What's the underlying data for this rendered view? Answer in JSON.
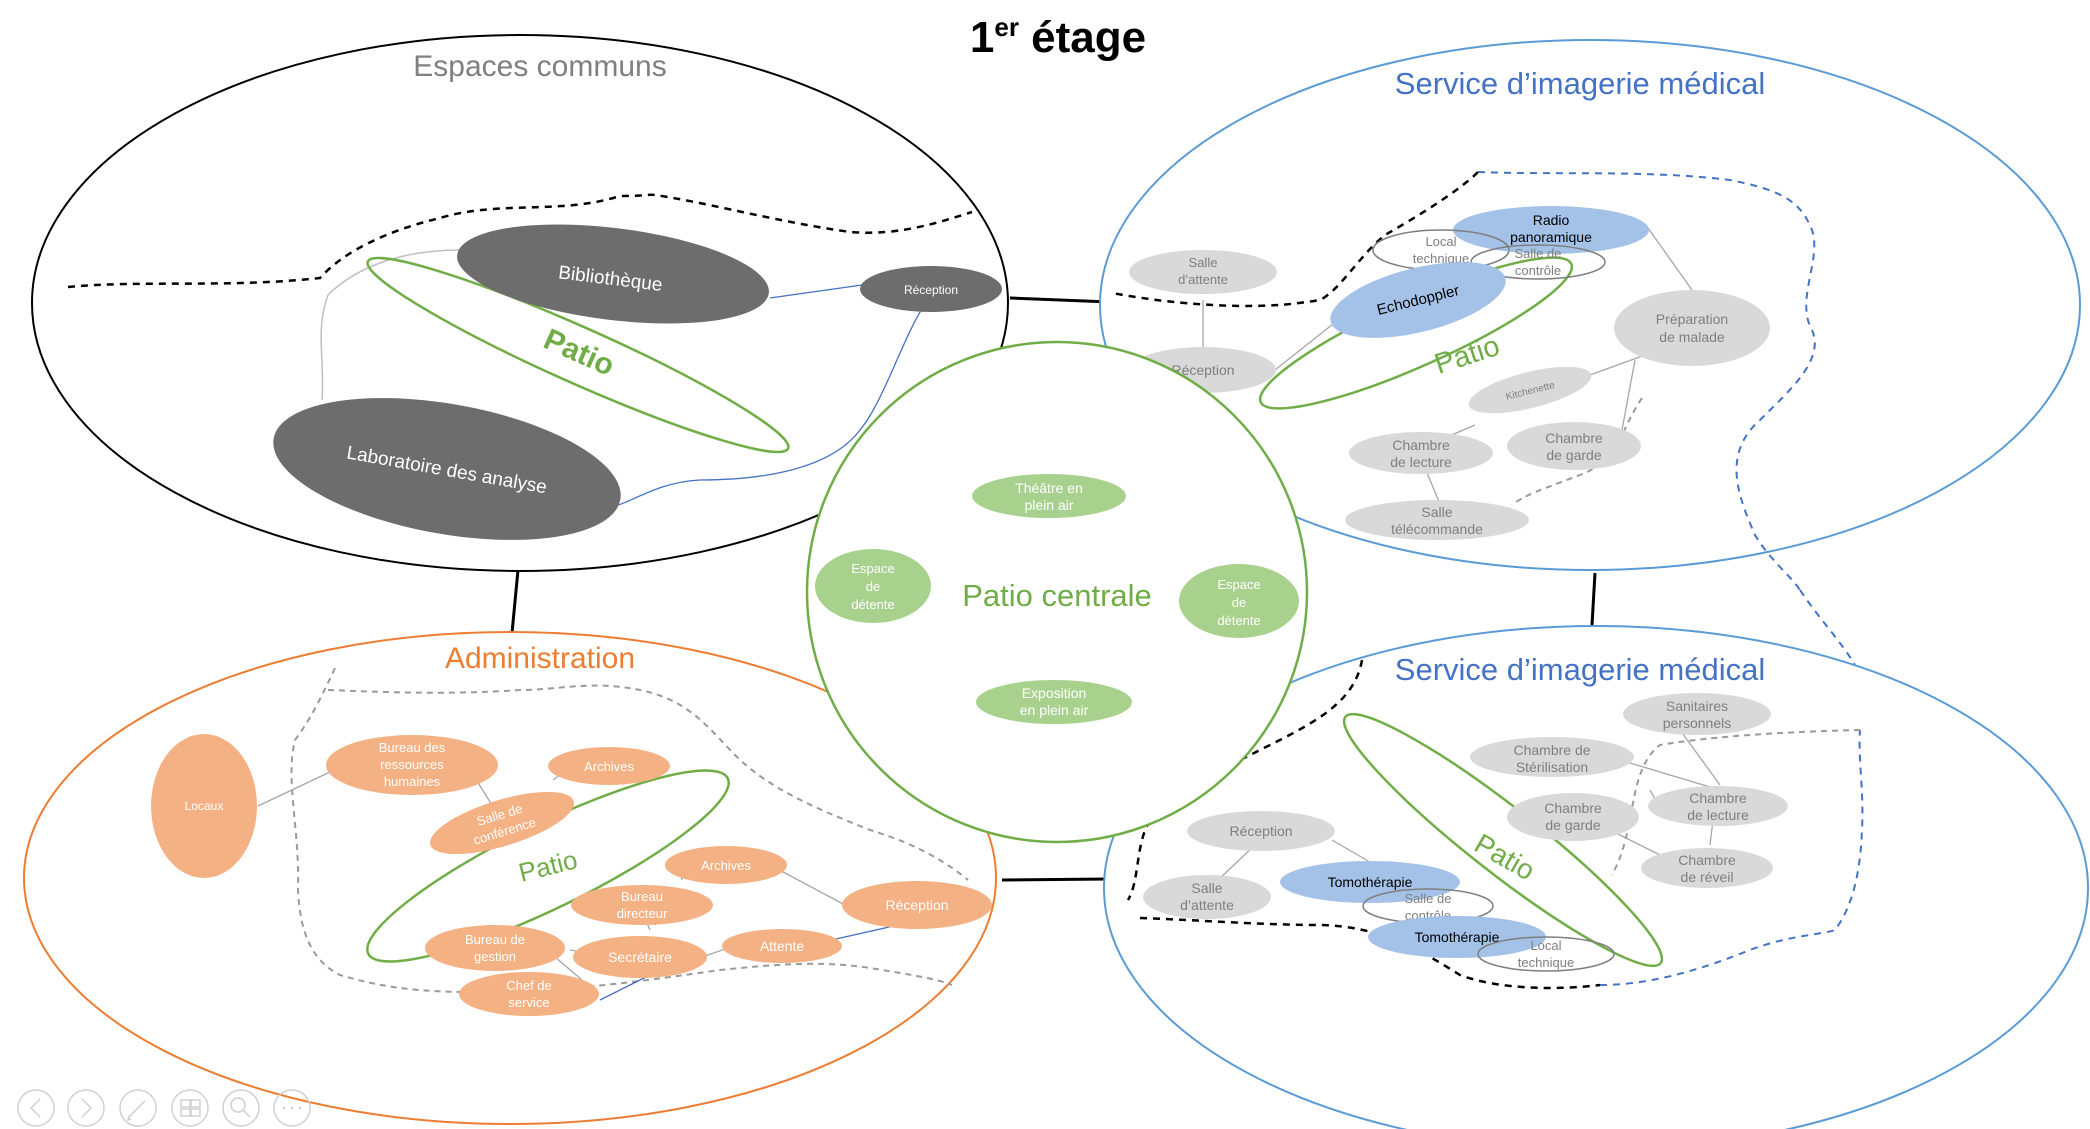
{
  "title": {
    "main": "1",
    "sup": "er",
    "rest": " étage"
  },
  "colors": {
    "black": "#000000",
    "gray_dark": "#6d6d6d",
    "gray_light": "#d6d6d6",
    "gray_text": "#7f7f7f",
    "green": "#70ad47",
    "green_fill": "#a9d18e",
    "orange": "#ed7d31",
    "orange_fill": "#f4b183",
    "blue": "#4472c4",
    "blue_circle": "#5b9bd5",
    "blue_fill": "#a4c2e8"
  },
  "clusters": {
    "communs": {
      "title": "Espaces communs",
      "patio": "Patio",
      "bibliotheque": "Bibliothèque",
      "reception": "Réception",
      "laboratoire": "Laboratoire des analyse"
    },
    "imagerie_top": {
      "title": "Service d’imagerie médical",
      "patio": "Patio",
      "salle_attente": [
        "Salle",
        "d’attente"
      ],
      "reception": "Réception",
      "local_technique": [
        "Local",
        "technique"
      ],
      "radio": [
        "Radio",
        "panoramique"
      ],
      "salle_controle": [
        "Salle de",
        "contrôle"
      ],
      "echodoppler": "Echodoppler",
      "preparation": [
        "Préparation",
        "de malade"
      ],
      "kitchenette": "Kitchenette",
      "chambre_lecture": [
        "Chambre",
        "de lecture"
      ],
      "chambre_garde": [
        "Chambre",
        "de garde"
      ],
      "salle_telecommande": [
        "Salle",
        "télécommande"
      ]
    },
    "centrale": {
      "title": "Patio centrale",
      "theatre": [
        "Théâtre en",
        "plein air"
      ],
      "espace_gauche": [
        "Espace",
        "de",
        "détente"
      ],
      "espace_droite": [
        "Espace",
        "de",
        "détente"
      ],
      "exposition": [
        "Exposition",
        "en plein air"
      ]
    },
    "administration": {
      "title": "Administration",
      "patio": "Patio",
      "locaux": "Locaux",
      "bureau_rh": [
        "Bureau des",
        "ressources",
        "humaines"
      ],
      "archives_1": "Archives",
      "salle_conference": [
        "Salle de",
        "conférence"
      ],
      "archives_2": "Archives",
      "bureau_directeur": [
        "Bureau",
        "directeur"
      ],
      "reception": "Réception",
      "bureau_gestion": [
        "Bureau de",
        "gestion"
      ],
      "secretaire": "Secrétaire",
      "attente": "Attente",
      "chef_service": [
        "Chef de",
        "service"
      ]
    },
    "imagerie_bottom": {
      "title": "Service d’imagerie médical",
      "patio": "Patio",
      "sanitaires": [
        "Sanitaires",
        "personnels"
      ],
      "sterilisation": [
        "Chambre de",
        "Stérilisation"
      ],
      "chambre_garde": [
        "Chambre",
        "de garde"
      ],
      "chambre_lecture": [
        "Chambre",
        "de lecture"
      ],
      "chambre_reveil": [
        "Chambre",
        "de réveil"
      ],
      "reception": "Réception",
      "salle_attente": [
        "Salle",
        "d’attente"
      ],
      "tomotherapie_1": "Tomothérapie",
      "salle_controle": [
        "Salle de",
        "contrôle"
      ],
      "tomotherapie_2": "Tomothérapie",
      "local_technique": [
        "Local",
        "technique"
      ]
    }
  },
  "controls": [
    {
      "icon": "previous-arrow-icon"
    },
    {
      "icon": "next-arrow-icon"
    },
    {
      "icon": "pen-icon"
    },
    {
      "icon": "slides-icon"
    },
    {
      "icon": "zoom-icon"
    },
    {
      "icon": "more-icon"
    }
  ]
}
